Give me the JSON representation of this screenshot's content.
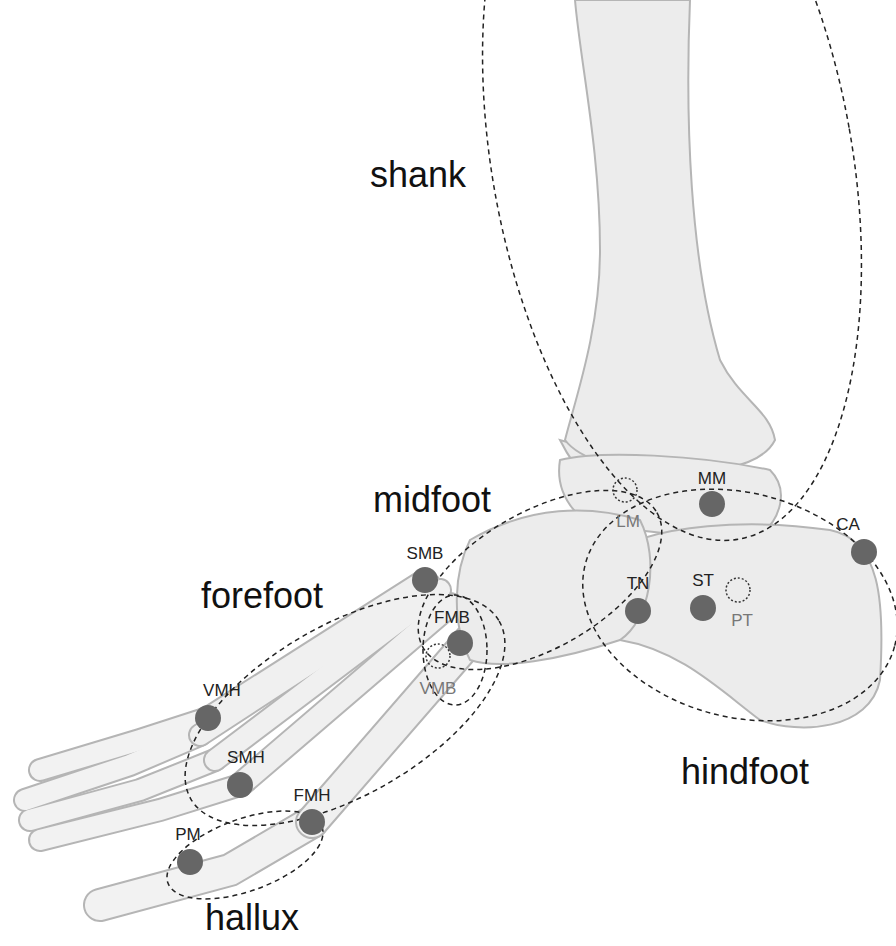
{
  "diagram": {
    "labels": [
      "shank",
      "midfoot",
      "forefoot",
      "hindfoot",
      "hallux",
      "MM",
      "LM",
      "CA",
      "TN",
      "ST",
      "PT",
      "SMB",
      "FMB",
      "VMB",
      "VMH",
      "SMH",
      "FMH",
      "PM"
    ]
  }
}
